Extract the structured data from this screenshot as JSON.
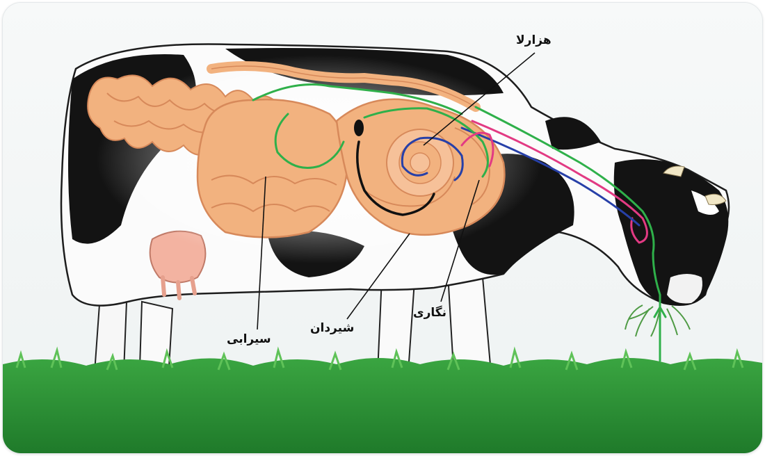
{
  "labels": {
    "omasum": "هزارلا",
    "rumen": "سیرابی",
    "abomasum": "شیردان",
    "reticulum": "نگاری"
  },
  "colors": {
    "frame_border": "#e4e8ea",
    "background": "#f6f8f8",
    "grass": "#2f8f34",
    "cow_black": "#131313",
    "cow_white": "#fbfbfb",
    "organ_fill": "#f2b27f",
    "organ_stroke": "#d7895a",
    "flow_green": "#2fb04a",
    "flow_pink": "#e23a83",
    "flow_blue": "#2740a8",
    "flow_black": "#111111",
    "udder": "#f3b3a1"
  },
  "icons": {
    "main_illustration": "cow-digestive-system-illustration"
  }
}
